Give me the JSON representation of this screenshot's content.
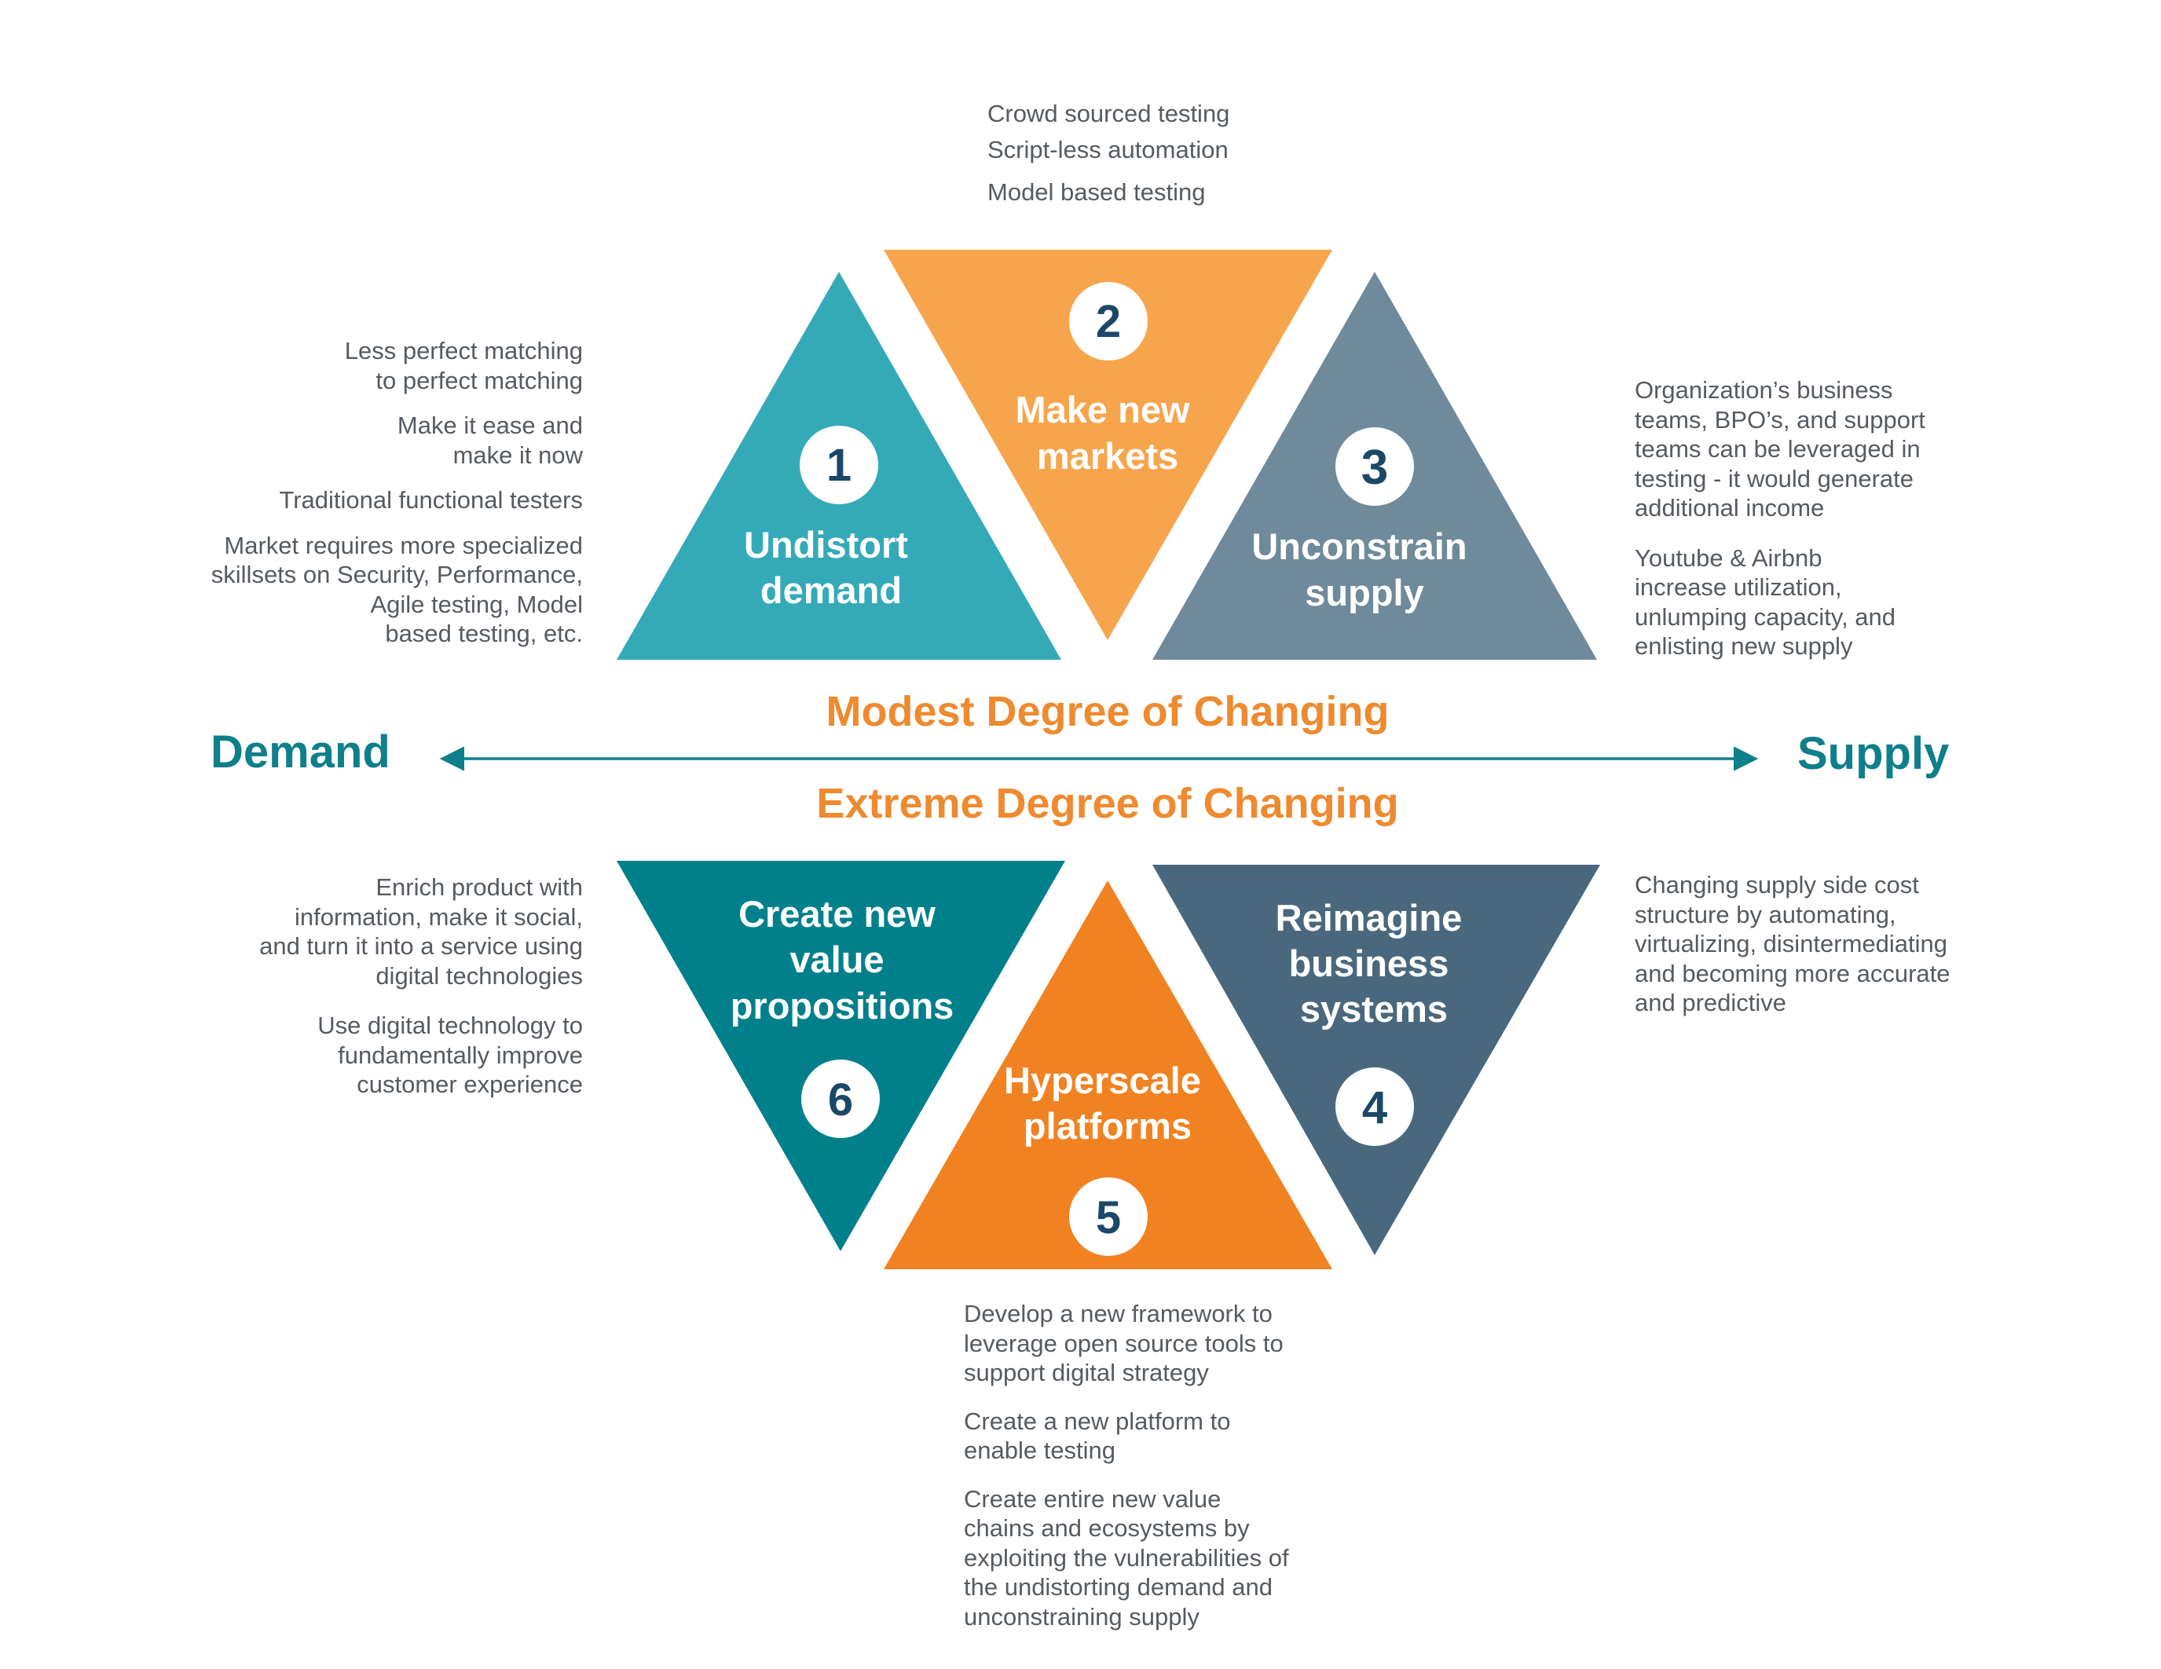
{
  "colors": {
    "teal": "#34aab8",
    "light_orange": "#f7a54d",
    "slate": "#6f8a9a",
    "dark_teal": "#01808b",
    "orange": "#f18221",
    "dark_slate": "#4a687d",
    "accent_text": "#ee8a2f",
    "axis": "#0f7f8b",
    "number_text": "#1c4868"
  },
  "axis": {
    "left_label": "Demand",
    "right_label": "Supply",
    "top_label": "Modest Degree of Changing",
    "bottom_label": "Extreme Degree of Changing"
  },
  "segments": [
    {
      "number": "1",
      "title": [
        "Undistort",
        "demand"
      ]
    },
    {
      "number": "2",
      "title": [
        "Make new",
        "markets"
      ]
    },
    {
      "number": "3",
      "title": [
        "Unconstrain",
        "supply"
      ]
    },
    {
      "number": "4",
      "title": [
        "Reimagine",
        "business",
        "systems"
      ]
    },
    {
      "number": "5",
      "title": [
        "Hyperscale",
        "platforms"
      ]
    },
    {
      "number": "6",
      "title": [
        "Create new",
        "value",
        "propositions"
      ]
    }
  ],
  "notes": {
    "top": [
      [
        "Crowd sourced testing",
        "Script-less automation"
      ],
      [
        "Model based testing"
      ]
    ],
    "left_top": [
      [
        "Less perfect matching",
        "to perfect matching"
      ],
      [
        "Make it ease and",
        "make it now"
      ],
      [
        "Traditional functional testers"
      ],
      [
        "Market requires more specialized",
        "skillsets on Security, Performance,",
        "Agile testing, Model",
        "based testing, etc."
      ]
    ],
    "right_top": [
      [
        "Organization’s business",
        "teams, BPO’s, and support",
        "teams can be leveraged in",
        "testing - it would generate",
        "additional income"
      ],
      [
        "Youtube & Airbnb",
        "increase utilization,",
        "unlumping capacity, and",
        "enlisting new supply"
      ]
    ],
    "left_bottom": [
      [
        "Enrich product with",
        "information, make it social,",
        "and turn it into a service using",
        "digital technologies"
      ],
      [
        "Use digital technology to",
        "fundamentally improve",
        "customer experience"
      ]
    ],
    "right_bottom": [
      [
        "Changing supply side cost",
        "structure by automating,",
        "virtualizing, disintermediating",
        "and becoming more accurate",
        "and predictive"
      ]
    ],
    "bottom": [
      [
        "Develop a new framework to",
        "leverage open source tools to",
        "support digital strategy"
      ],
      [
        "Create a new platform to",
        "enable testing"
      ],
      [
        "Create entire new value",
        "chains and ecosystems by",
        "exploiting the vulnerabilities of",
        "the undistorting demand and",
        "unconstraining supply"
      ]
    ]
  }
}
